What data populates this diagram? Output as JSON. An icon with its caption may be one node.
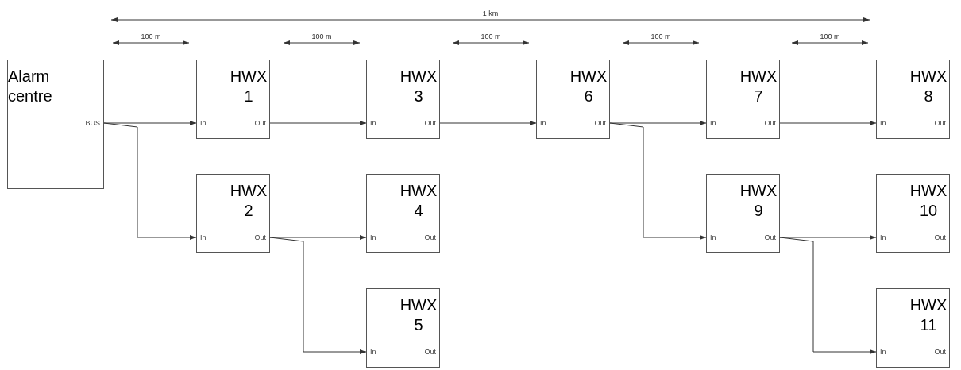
{
  "diagram": {
    "nodes": [
      {
        "text": [
          "Alarm centre",
          "BUS"
        ]
      },
      {
        "text": [
          "HWX 1",
          "In",
          "Out"
        ]
      },
      {
        "text": [
          "HWX 3",
          "In",
          "Out"
        ]
      },
      {
        "text": [
          "HWX 6",
          "In",
          "Out"
        ]
      },
      {
        "text": [
          "HWX 7",
          "In",
          "Out"
        ]
      },
      {
        "text": [
          "HWX 8",
          "In",
          "Out"
        ]
      },
      {
        "text": [
          "HWX 2",
          "In",
          "Out"
        ]
      },
      {
        "text": [
          "HWX 4",
          "In",
          "Out"
        ]
      },
      {
        "text": [
          "HWX 9",
          "In",
          "Out"
        ]
      },
      {
        "text": [
          "HWX 10",
          "In",
          "Out"
        ]
      },
      {
        "text": [
          "HWX 5",
          "In",
          "Out"
        ]
      },
      {
        "text": [
          "HWX 11",
          "In",
          "Out"
        ]
      }
    ],
    "edges": [
      {
        "from": 0,
        "to": 1,
        "arrow": "to"
      },
      {
        "from": 0,
        "to": 6,
        "arrow": "to"
      },
      {
        "from": 1,
        "to": 2,
        "arrow": "to"
      },
      {
        "from": 2,
        "to": 3,
        "arrow": "to"
      },
      {
        "from": 3,
        "to": 4,
        "arrow": "to"
      },
      {
        "from": 4,
        "to": 5,
        "arrow": "to"
      },
      {
        "from": 6,
        "to": 7,
        "arrow": "to"
      },
      {
        "from": 6,
        "to": 10,
        "arrow": "to"
      },
      {
        "from": 3,
        "to": 8,
        "arrow": "to"
      },
      {
        "from": 8,
        "to": 9,
        "arrow": "to"
      },
      {
        "from": 8,
        "to": 11,
        "arrow": "to"
      }
    ],
    "labels": [
      "1 km",
      "100 m",
      "100 m",
      "100 m",
      "100 m",
      "100 m"
    ]
  }
}
